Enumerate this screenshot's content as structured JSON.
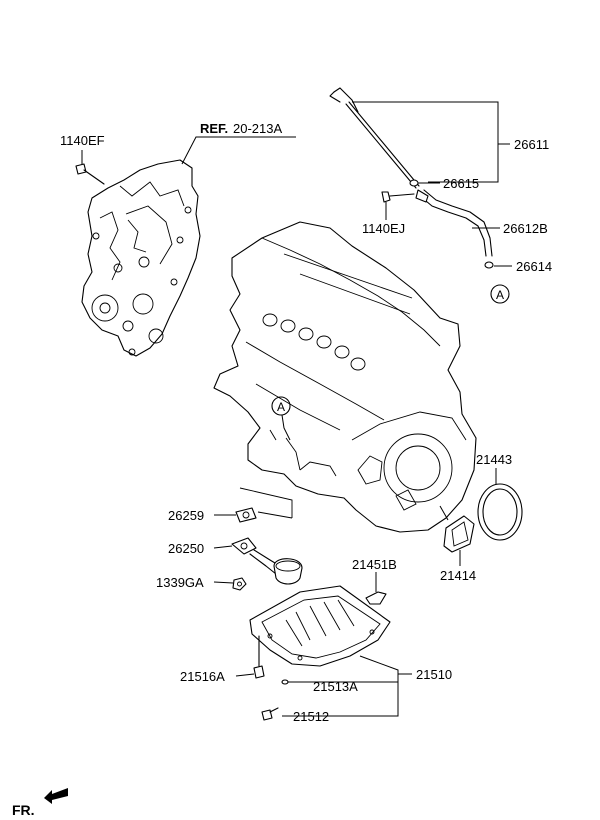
{
  "diagram": {
    "ref": {
      "prefix": "REF.",
      "value": "20-213A"
    },
    "labels": {
      "p1140EF": "1140EF",
      "p26611": "26611",
      "p26615": "26615",
      "p1140EJ": "1140EJ",
      "p26612B": "26612B",
      "p26614": "26614",
      "p21443": "21443",
      "p26259": "26259",
      "p26250": "26250",
      "p1339GA": "1339GA",
      "p21451B": "21451B",
      "p21414": "21414",
      "p21510": "21510",
      "p21516A": "21516A",
      "p21513A": "21513A",
      "p21512": "21512"
    },
    "markers": {
      "a_top": "A",
      "a_engine": "A"
    },
    "front": "FR."
  }
}
